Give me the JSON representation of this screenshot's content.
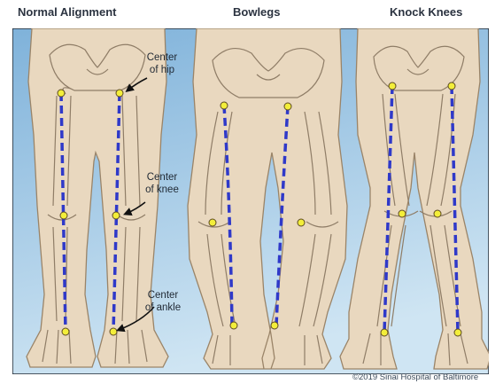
{
  "headings": {
    "normal": "Normal Alignment",
    "bowlegs": "Bowlegs",
    "knock_knees": "Knock Knees"
  },
  "callouts": {
    "hip": [
      "Center",
      "of hip"
    ],
    "knee": [
      "Center",
      "of knee"
    ],
    "ankle": [
      "Center",
      "of ankle"
    ]
  },
  "copyright": "©2019 Sinai Hospital of Baltimore",
  "colors": {
    "background_top": "#8fbde0",
    "background_bottom": "#c7e0f1",
    "skin": "#e9d8bf",
    "skin_outline": "#9a8468",
    "bone_outline": "#8f7d67",
    "axis_line": "#2f39c9",
    "marker": "#f3ee3a"
  },
  "icons": {
    "callout_arrow": "curved-arrow-icon"
  }
}
